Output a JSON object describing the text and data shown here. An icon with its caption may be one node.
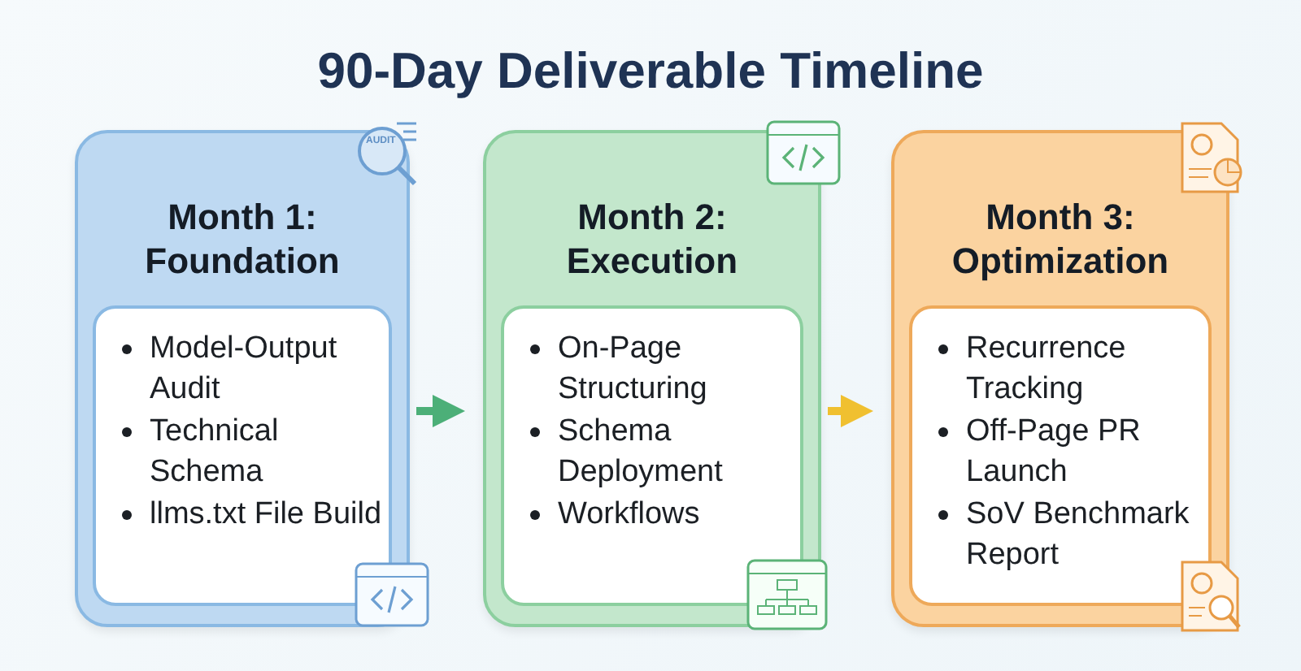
{
  "diagram": {
    "title": "90-Day Deliverable Timeline",
    "nodes": [
      {
        "text": [
          "Month 1: Foundation"
        ]
      },
      {
        "text": [
          "Model-Output Audit",
          "Technical Schema",
          "llms.txt File Build"
        ],
        "in": 0
      },
      {
        "text": [
          "Month 2: Execution"
        ]
      },
      {
        "text": [
          "On-Page Structuring",
          "Schema Deployment",
          "Workflows"
        ],
        "in": 2
      },
      {
        "text": [
          "Month 3: Optimization"
        ]
      },
      {
        "text": [
          "Recurrence Tracking",
          "Off-Page PR Launch",
          "SoV Benchmark Report"
        ],
        "in": 4
      }
    ],
    "edges": [
      {
        "from": 0,
        "to": 2,
        "arrow": "to",
        "color": "#4caf78"
      },
      {
        "from": 2,
        "to": 4,
        "arrow": "to",
        "color": "#f0c030"
      }
    ],
    "labels": [
      "AUDIT"
    ]
  }
}
